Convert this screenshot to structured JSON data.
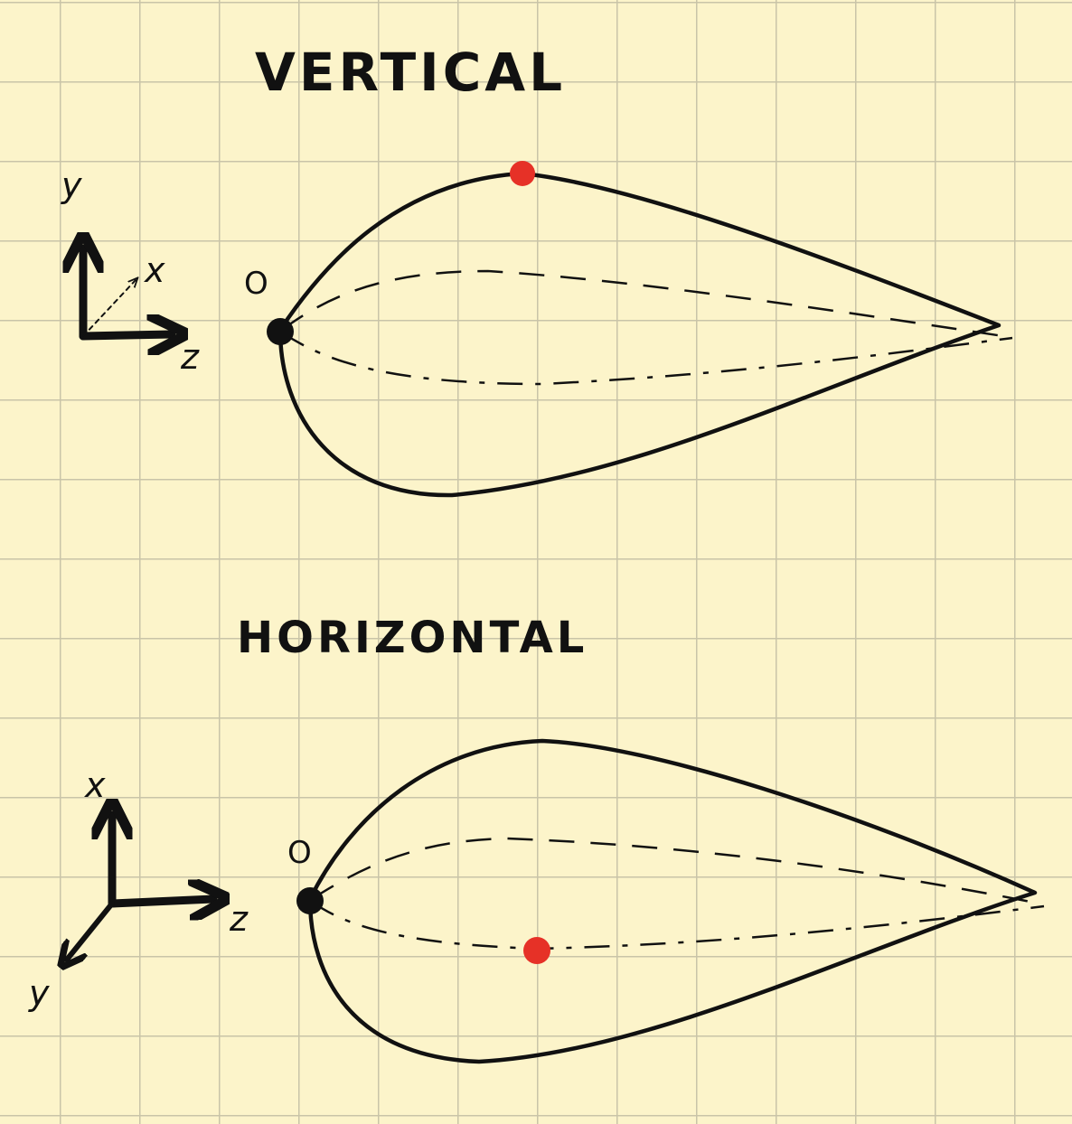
{
  "diagrams": [
    {
      "title": "VERTICAL",
      "axes": {
        "up": "y",
        "right": "z",
        "depth": "x"
      },
      "origin_label": "O",
      "red_point": "top"
    },
    {
      "title": "HORIZONTAL",
      "axes": {
        "up": "x",
        "right": "z",
        "depth": "y"
      },
      "origin_label": "O",
      "red_point": "center"
    }
  ],
  "colors": {
    "paper": "#fcf4ca",
    "grid": "#c9c4a8",
    "ink": "#111111",
    "highlight": "#e63127"
  }
}
